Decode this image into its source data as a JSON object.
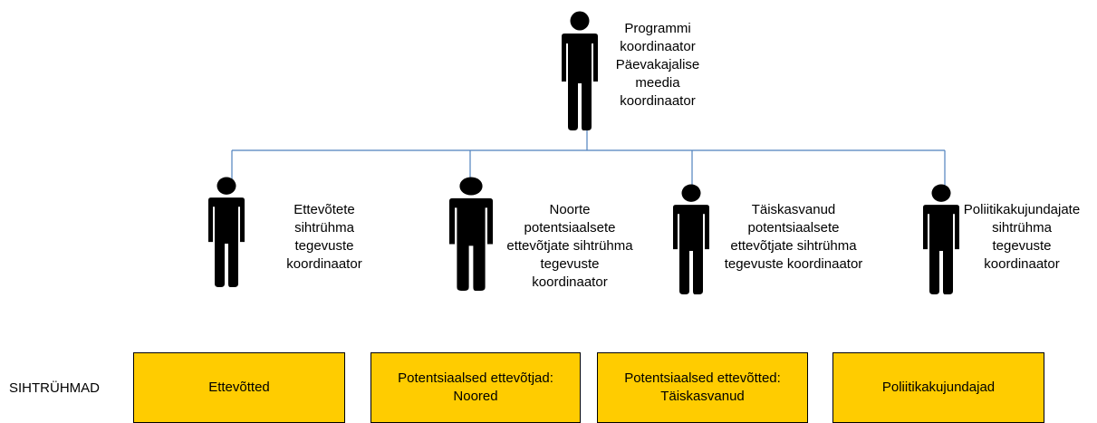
{
  "top": {
    "label": "Programmi\nkoordinaator\nPäevakajalise\nmeedia\nkoordinaator"
  },
  "coordinators": [
    {
      "label": "Ettevõtete\nsihtrühma\ntegevuste\nkoordinaator"
    },
    {
      "label": "Noorte\npotentsiaalsete\nettevõtjate sihtrühma\ntegevuste\nkoordinaator"
    },
    {
      "label": "Täiskasvanud\npotentsiaalsete\nettevõtjate sihtrühma\ntegevuste koordinaator"
    },
    {
      "label": "Poliitikakujundajate\nsihtrühma\ntegevuste\nkoordinaator"
    }
  ],
  "target_groups": {
    "row_label": "SIHTRÜHMAD",
    "boxes": [
      {
        "label": "Ettevõtted"
      },
      {
        "label": "Potentsiaalsed ettevõtjad:\nNoored"
      },
      {
        "label": "Potentsiaalsed ettevõtted:\nTäiskasvanud"
      },
      {
        "label": "Poliitikakujundajad"
      }
    ]
  },
  "colors": {
    "connector": "#4f81bd",
    "box_fill": "#ffcc00",
    "figure": "#000000"
  },
  "icons": [
    "person-icon"
  ]
}
